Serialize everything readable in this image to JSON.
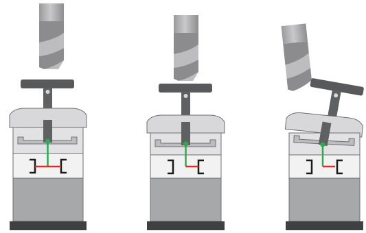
{
  "figure": {
    "panels": [
      {
        "state": "probe-raised-clear"
      },
      {
        "state": "probe-lowered-centered"
      },
      {
        "state": "probe-deflected-tilted"
      }
    ],
    "colors": {
      "tool_dark": "#8b8b8d",
      "tool_light": "#bdbdbf",
      "tool_mid": "#a3a3a5",
      "housing_top": "#d8d8da",
      "housing_body": "#e2e2e4",
      "housing_stroke": "#6e6e70",
      "cap": "#58595b",
      "stem": "#5f6062",
      "lower_block": "#a7a8aa",
      "base_plate": "#3f4042",
      "switch_bracket": "#1a1a1a",
      "contact_closed": "#d42e2e",
      "signal_line": "#2fa84f",
      "pivot_dot": "#2fa84f"
    }
  }
}
